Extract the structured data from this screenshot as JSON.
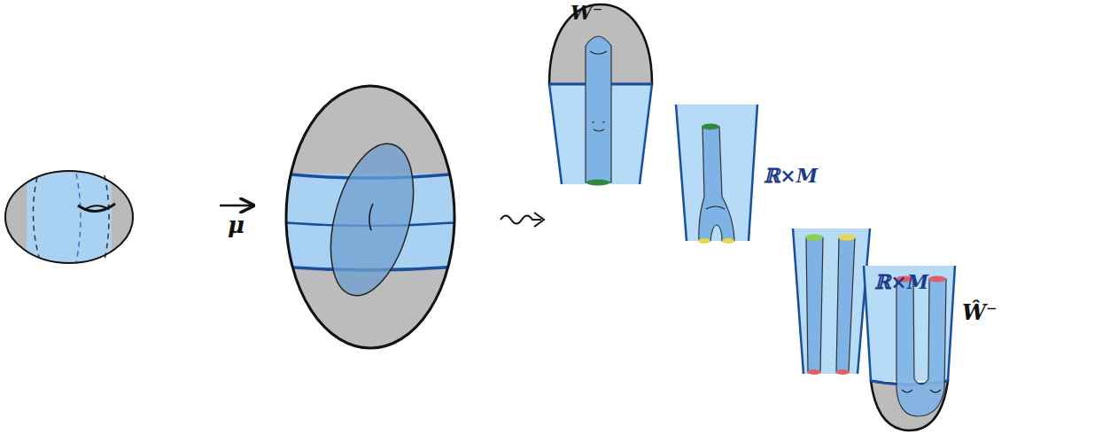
{
  "diagram": {
    "labels": [
      "μ",
      "W⁻",
      "ℝ×M",
      "ℝ×M",
      "Ŵ⁻"
    ]
  }
}
